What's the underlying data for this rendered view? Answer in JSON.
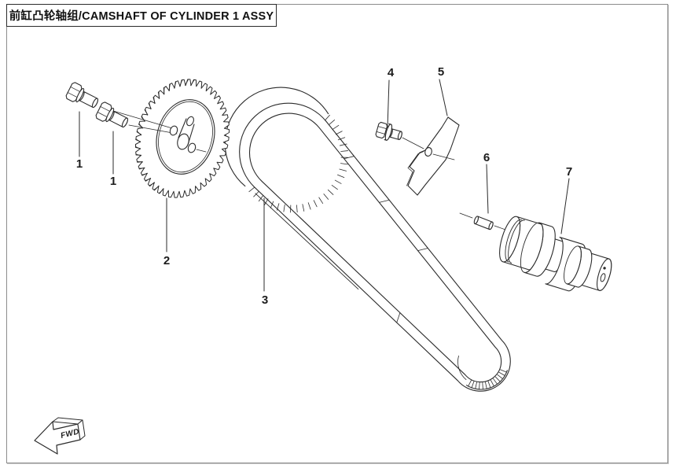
{
  "page": {
    "title": "前缸凸轮轴组/CAMSHAFT OF CYLINDER 1 ASSY"
  },
  "direction_indicator": {
    "label": "FWD"
  },
  "callouts": [
    {
      "label": "1"
    },
    {
      "label": "1"
    },
    {
      "label": "2"
    },
    {
      "label": "3"
    },
    {
      "label": "4"
    },
    {
      "label": "5"
    },
    {
      "label": "6"
    },
    {
      "label": "7"
    }
  ],
  "colors": {
    "line": "#2b2b2b",
    "border": "#8c8c8c",
    "background": "#ffffff"
  }
}
